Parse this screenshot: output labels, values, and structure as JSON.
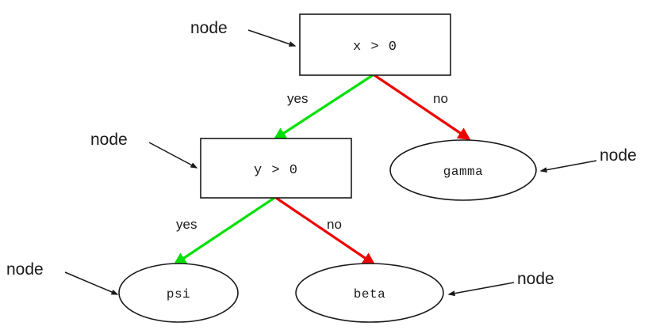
{
  "diagram": {
    "type": "decision-tree",
    "colors": {
      "yes_branch": "#00e000",
      "no_branch": "#ee0000",
      "outline": "#1a1a1a",
      "text": "#1a1a1a",
      "background": "#ffffff"
    },
    "decision_nodes": [
      {
        "id": "root",
        "label": "x > 0",
        "shape": "rectangle"
      },
      {
        "id": "second",
        "label": "y > 0",
        "shape": "rectangle"
      }
    ],
    "leaf_nodes": [
      {
        "id": "gamma",
        "label": "gamma",
        "shape": "ellipse"
      },
      {
        "id": "psi",
        "label": "psi",
        "shape": "ellipse"
      },
      {
        "id": "beta",
        "label": "beta",
        "shape": "ellipse"
      }
    ],
    "edges": [
      {
        "from": "root",
        "to": "second",
        "label": "yes",
        "color": "#00e000"
      },
      {
        "from": "root",
        "to": "gamma",
        "label": "no",
        "color": "#ee0000"
      },
      {
        "from": "second",
        "to": "psi",
        "label": "yes",
        "color": "#00e000"
      },
      {
        "from": "second",
        "to": "beta",
        "label": "no",
        "color": "#ee0000"
      }
    ],
    "annotations": [
      {
        "id": "annot-root",
        "label": "node",
        "target": "root"
      },
      {
        "id": "annot-second",
        "label": "node",
        "target": "second"
      },
      {
        "id": "annot-gamma",
        "label": "node",
        "target": "gamma"
      },
      {
        "id": "annot-psi",
        "label": "node",
        "target": "psi"
      },
      {
        "id": "annot-beta",
        "label": "node",
        "target": "beta"
      }
    ]
  }
}
